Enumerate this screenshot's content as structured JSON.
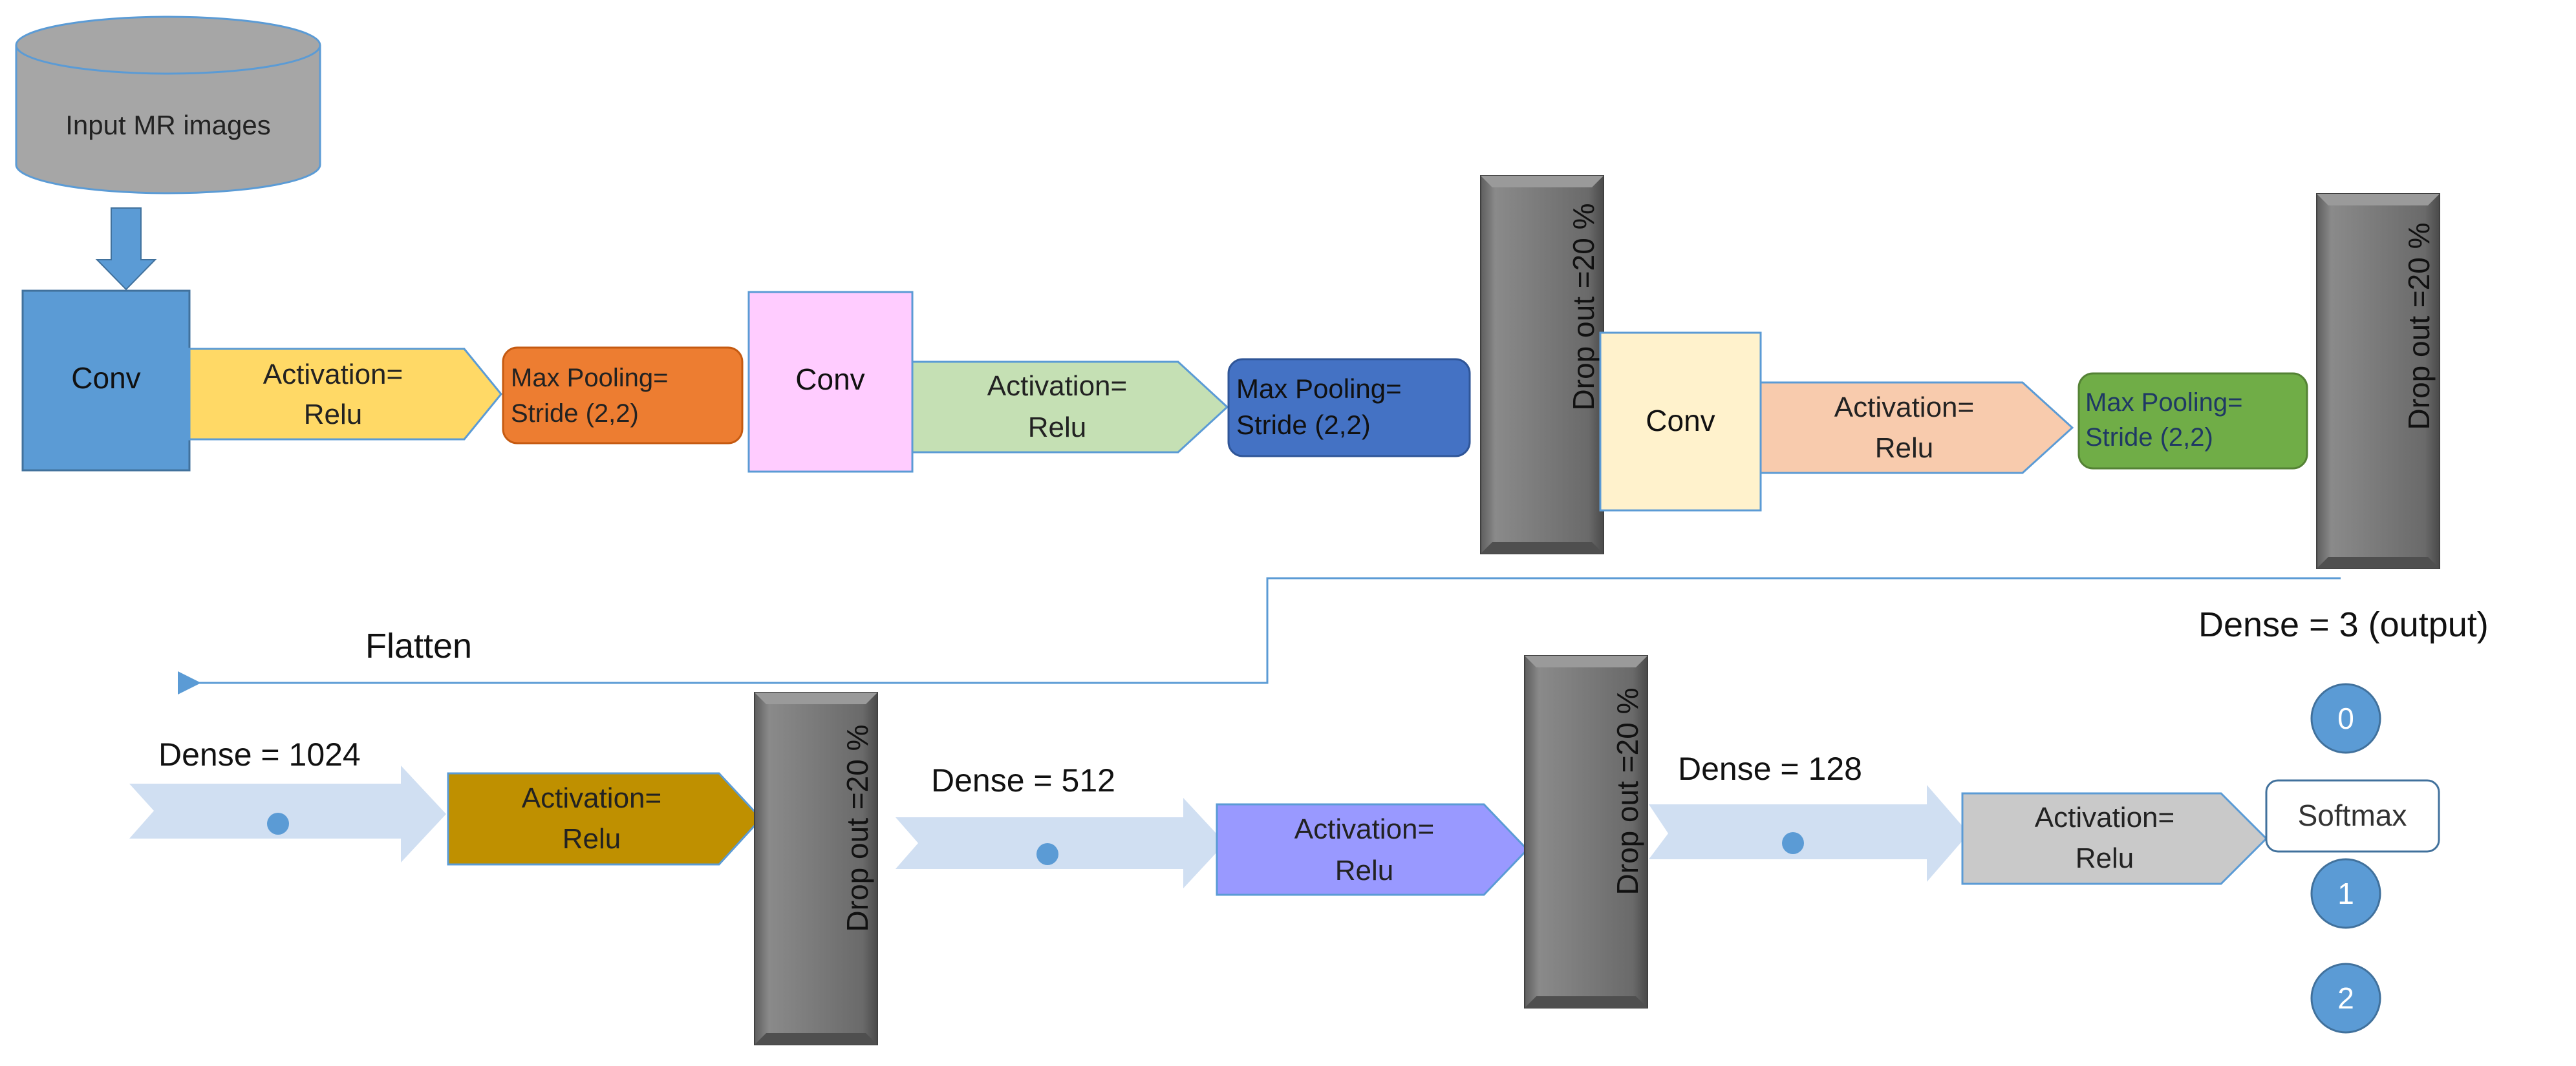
{
  "input": {
    "label": "Input MR images"
  },
  "row1": {
    "conv1": "Conv",
    "act1": [
      "Activation=",
      "Relu"
    ],
    "pool1": [
      "Max Pooling=",
      "Stride (2,2)"
    ],
    "conv2": "Conv",
    "act2": [
      "Activation=",
      "Relu"
    ],
    "pool2": [
      "Max Pooling=",
      "Stride (2,2)"
    ],
    "dropout1": "Drop out =20 %",
    "conv3": "Conv",
    "act3": [
      "Activation=",
      "Relu"
    ],
    "pool3": [
      "Max Pooling=",
      "Stride (2,2)"
    ],
    "dropout2": "Drop out =20 %"
  },
  "flatten": {
    "label": "Flatten"
  },
  "row2": {
    "dense1": "Dense = 1024",
    "act4": [
      "Activation=",
      "Relu"
    ],
    "dropout3": "Drop out =20 %",
    "dense2": "Dense = 512",
    "act5": [
      "Activation=",
      "Relu"
    ],
    "dropout4": "Drop out =20 %",
    "dense3": "Dense = 128",
    "act6": [
      "Activation=",
      "Relu"
    ],
    "softmax": "Softmax",
    "output_title": "Dense = 3 (output)",
    "outputs": [
      "0",
      "1",
      "2"
    ]
  },
  "colors": {
    "conv1": "#5b9bd5",
    "act1": "#ffd966",
    "pool1": "#ed7d31",
    "conv2": "#ffccff",
    "act2": "#c5e0b4",
    "pool2": "#4472c4",
    "conv3": "#fff2cc",
    "act3": "#f8cbad",
    "pool3": "#70ad47",
    "act4": "#bf9000",
    "act5": "#9999ff",
    "act6": "#c9c9c9",
    "dropout": "#737373",
    "arrow_band": "#d0dff2",
    "output_node": "#5b9bd5",
    "line": "#5b9bd5"
  }
}
